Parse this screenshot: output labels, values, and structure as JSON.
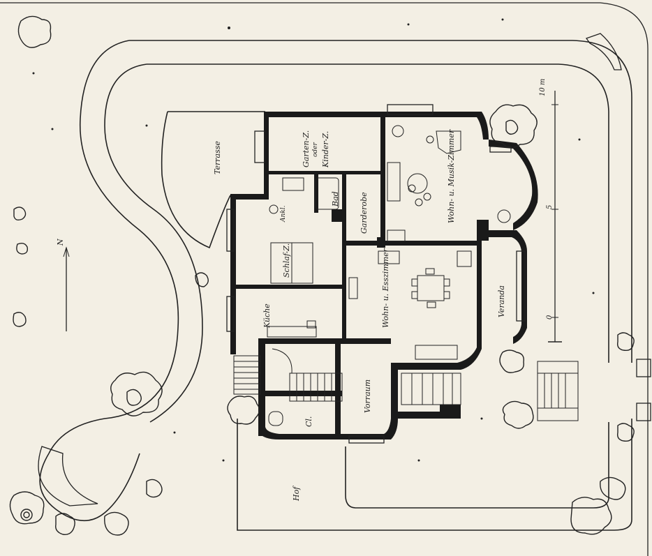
{
  "plan": {
    "scale": {
      "zero": "0",
      "five": "5",
      "ten": "10 m"
    },
    "north_arrow": "N",
    "rooms": {
      "terrasse": "Terrasse",
      "garten_zimmer": "Garten-Z.",
      "oder": "oder",
      "kinder_zimmer": "Kinder-Z.",
      "ankl": "Ankl.",
      "bad": "Bad",
      "garderobe": "Garderobe",
      "wohn_musik": "Wohn- u. Musik-Zimmer",
      "schlaf": "Schlaf-Z.",
      "veranda": "Veranda",
      "wohn_ess": "Wohn- u. Esszimmer",
      "kueche": "Küche",
      "vorraum": "Vorraum",
      "cl": "Cl.",
      "hof": "Hof"
    }
  }
}
